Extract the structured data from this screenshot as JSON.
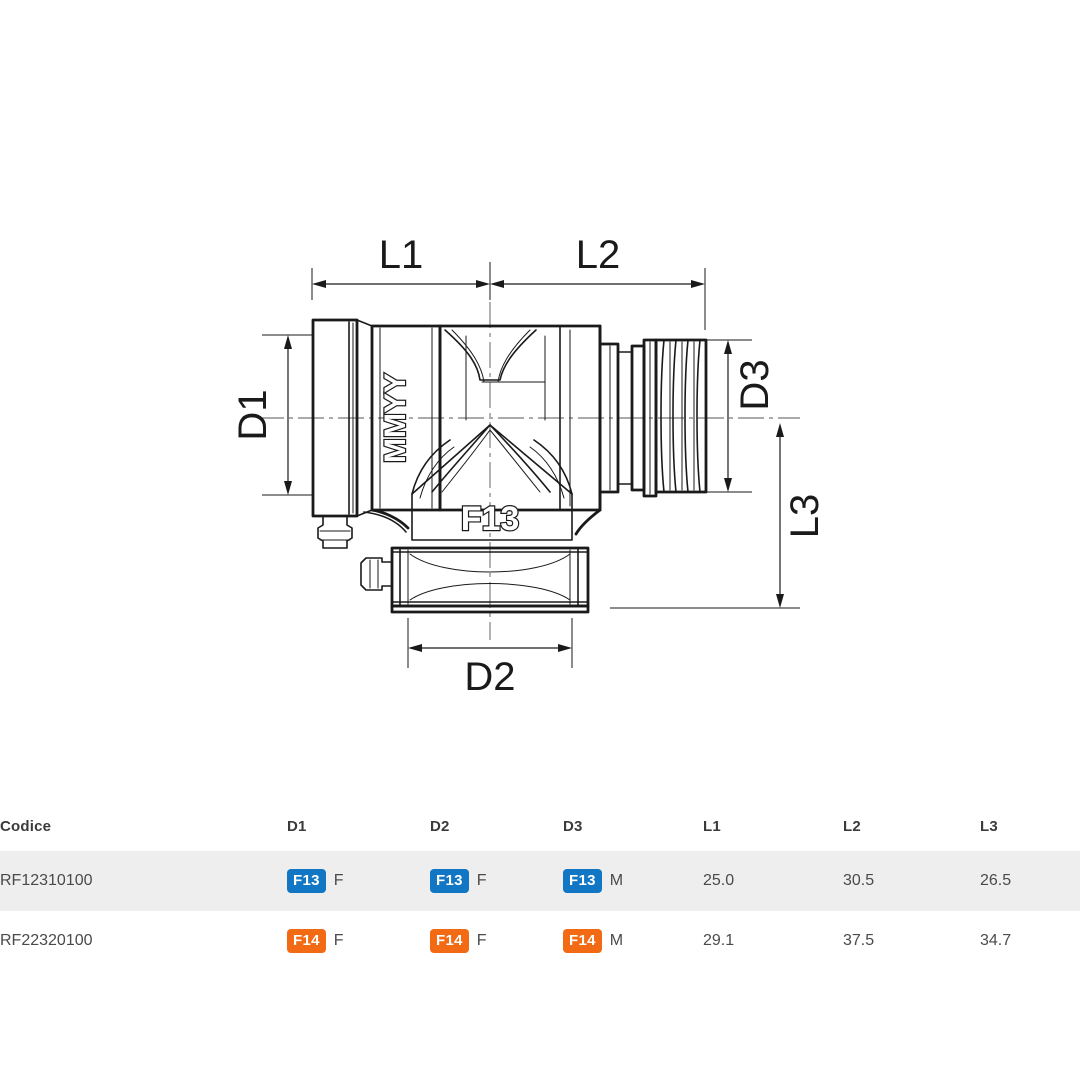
{
  "drawing": {
    "dimension_labels": {
      "d1": "D1",
      "d2": "D2",
      "d3": "D3",
      "l1": "L1",
      "l2": "L2",
      "l3": "L3"
    },
    "part_markings": {
      "date_code": "MMYY",
      "series_mark": "F13"
    }
  },
  "table": {
    "headers": [
      "Codice",
      "D1",
      "D2",
      "D3",
      "L1",
      "L2",
      "L3"
    ],
    "rows": [
      {
        "code": "RF12310100",
        "d1_badge": "F13",
        "d1_suffix": "F",
        "d2_badge": "F13",
        "d2_suffix": "F",
        "d3_badge": "F13",
        "d3_suffix": "M",
        "l1": "25.0",
        "l2": "30.5",
        "l3": "26.5",
        "badge_color": "#1177c4",
        "highlighted": true
      },
      {
        "code": "RF22320100",
        "d1_badge": "F14",
        "d1_suffix": "F",
        "d2_badge": "F14",
        "d2_suffix": "F",
        "d3_badge": "F14",
        "d3_suffix": "M",
        "l1": "29.1",
        "l2": "37.5",
        "l3": "34.7",
        "badge_color": "#f26a14",
        "highlighted": false
      }
    ]
  },
  "colors": {
    "badge_blue": "#1177c4",
    "badge_orange": "#f26a14",
    "row_highlight": "#eeeeee",
    "line": "#1a1a1a",
    "text": "#4a4a4a"
  }
}
